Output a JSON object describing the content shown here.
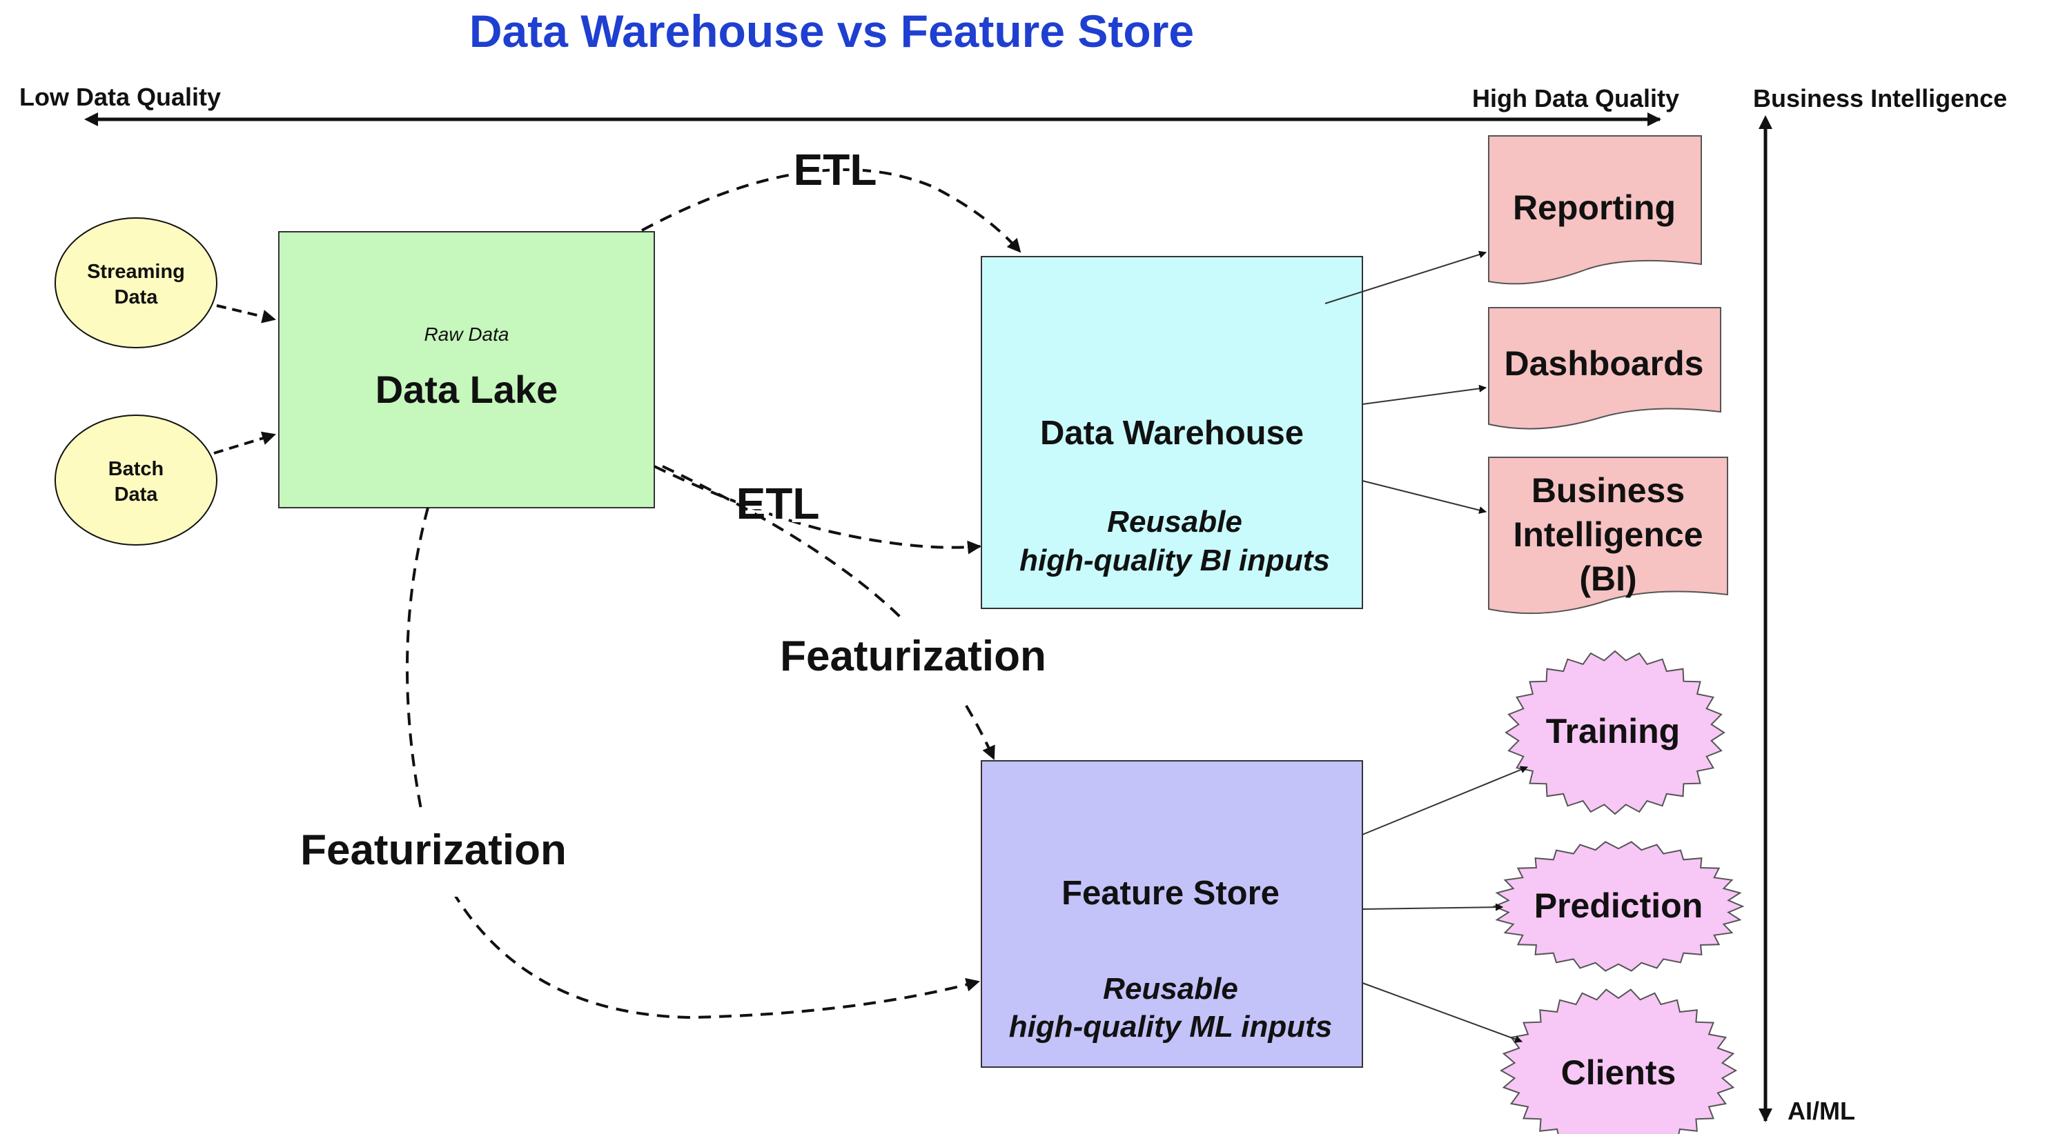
{
  "title": "Data Warehouse vs Feature Store",
  "quality_axis": {
    "low": "Low Data Quality",
    "high": "High Data Quality"
  },
  "use_axis": {
    "top": "Business Intelligence",
    "bottom": "AI/ML"
  },
  "sources": [
    {
      "lines": [
        "Streaming",
        "Data"
      ]
    },
    {
      "lines": [
        "Batch",
        "Data"
      ]
    }
  ],
  "data_lake": {
    "caption": "Raw Data",
    "label": "Data Lake",
    "color": "#c6f7bd"
  },
  "data_warehouse": {
    "label": "Data Warehouse",
    "sub": [
      "Reusable",
      "high-quality BI inputs"
    ],
    "color": "#c9fbfd"
  },
  "feature_store": {
    "label": "Feature Store",
    "sub": [
      "Reusable",
      "high-quality ML  inputs"
    ],
    "color": "#c3c2f9"
  },
  "flows": {
    "etl_top": "ETL",
    "etl_mid": "ETL",
    "featurization_mid": "Featurization",
    "featurization_left": "Featurization"
  },
  "bi_outputs": [
    {
      "lines": [
        "Reporting"
      ]
    },
    {
      "lines": [
        "Dashboards"
      ]
    },
    {
      "lines": [
        "Business",
        "Intelligence",
        "(BI)"
      ]
    }
  ],
  "ml_outputs": [
    {
      "label": "Training"
    },
    {
      "label": "Prediction"
    },
    {
      "label": "Clients"
    }
  ],
  "colors": {
    "title": "#1f3fd1",
    "source_fill": "#fdfbbf",
    "output_doc_fill": "#f6c2c2",
    "output_star_fill": "#f7c7f5",
    "line": "#111111"
  }
}
